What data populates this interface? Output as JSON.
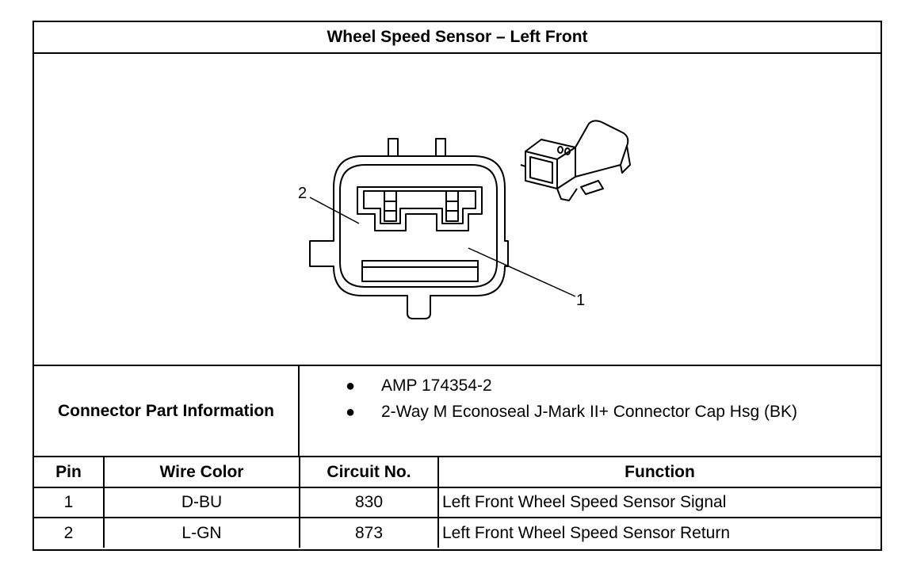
{
  "title": "Wheel Speed Sensor – Left Front",
  "diagram": {
    "pin_callouts": [
      "2",
      "1"
    ]
  },
  "connector_info": {
    "label": "Connector Part Information",
    "items": [
      "AMP 174354-2",
      "2-Way M Econoseal J-Mark II+ Connector Cap Hsg (BK)"
    ],
    "bullet": "●"
  },
  "pin_table": {
    "headers": [
      "Pin",
      "Wire Color",
      "Circuit No.",
      "Function"
    ],
    "rows": [
      {
        "pin": "1",
        "wire_color": "D-BU",
        "circuit": "830",
        "function": "Left Front Wheel Speed Sensor Signal"
      },
      {
        "pin": "2",
        "wire_color": "L-GN",
        "circuit": "873",
        "function": "Left Front Wheel Speed Sensor Return"
      }
    ]
  }
}
